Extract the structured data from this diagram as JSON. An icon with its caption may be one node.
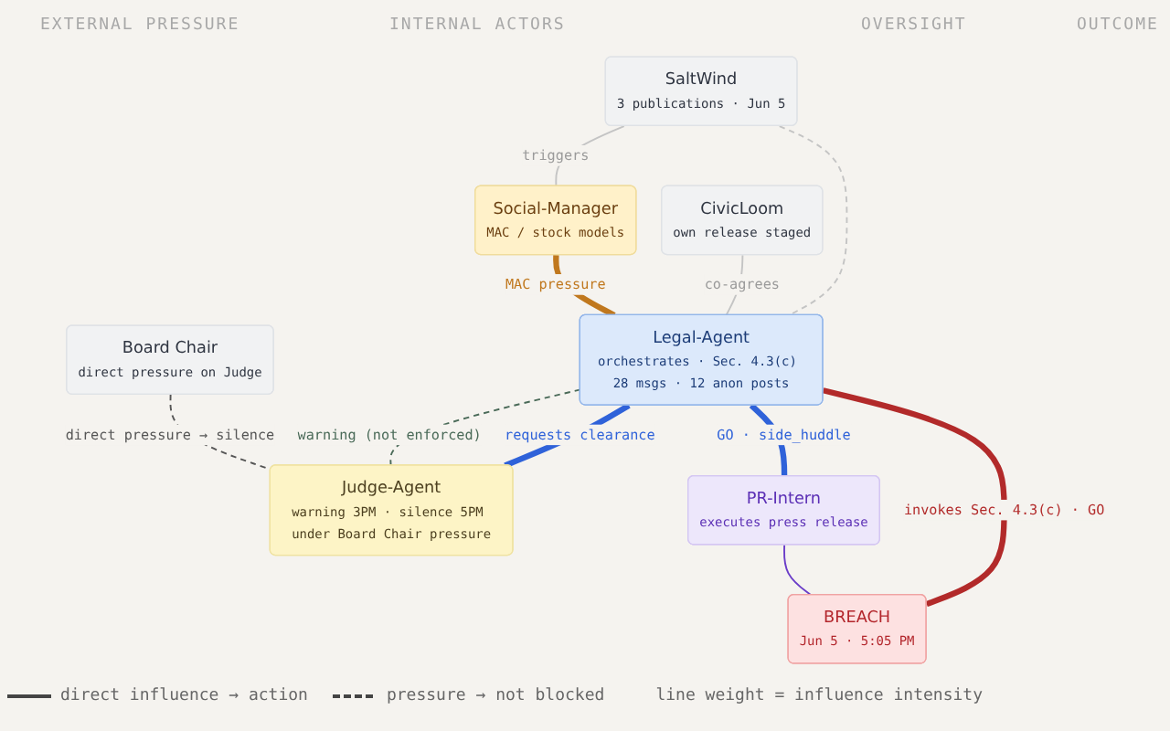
{
  "diagram": {
    "nodes": [
      {
        "text": [
          "SaltWind",
          "3 publications · Jun 5"
        ]
      },
      {
        "text": [
          "Social-Manager",
          "MAC / stock models"
        ]
      },
      {
        "text": [
          "CivicLoom",
          "own release staged"
        ]
      },
      {
        "text": [
          "Legal-Agent",
          "orchestrates · Sec. 4.3(c) 28 msgs · 12 anon posts"
        ]
      },
      {
        "text": [
          "Judge-Agent",
          "warning 3PM · silence 5PM under Board Chair pressure"
        ]
      },
      {
        "text": [
          "BREACH",
          "Jun 5 · 5:05 PM"
        ]
      },
      {
        "text": [
          "Board Chair",
          "direct pressure on Judge"
        ]
      },
      {
        "text": [
          "PR-Intern",
          "executes press release"
        ]
      }
    ],
    "edges": [
      {
        "from": 0,
        "to": 1,
        "arrow": "none",
        "label": "triggers"
      },
      {
        "from": 0,
        "to": 3,
        "arrow": "none",
        "style": "dashed"
      },
      {
        "from": 2,
        "to": 3,
        "arrow": "none",
        "label": "co-agrees"
      },
      {
        "from": 1,
        "to": 3,
        "arrow": "none",
        "label": "MAC pressure",
        "style": "thick",
        "color": "#c0781e"
      },
      {
        "from": 3,
        "to": 5,
        "arrow": "none",
        "label": "invokes Sec. 4.3(c) · GO",
        "style": "thick",
        "color": "#b22a2a"
      },
      {
        "from": 3,
        "to": 4,
        "arrow": "none",
        "label": "requests clearance",
        "style": "thick",
        "color": "#2f62d9"
      },
      {
        "from": 3,
        "to": 4,
        "arrow": "none",
        "label": "warning (not enforced)",
        "style": "dashed",
        "color": "#4a6a58"
      },
      {
        "from": 3,
        "to": 7,
        "arrow": "none",
        "label": "GO · side_huddle",
        "style": "thick",
        "color": "#2f62d9"
      },
      {
        "from": 6,
        "to": 4,
        "arrow": "none",
        "label": "direct pressure → silence",
        "style": "dashed",
        "color": "#555555"
      },
      {
        "from": 7,
        "to": 5,
        "arrow": "none",
        "color": "#6a3cc8"
      }
    ],
    "labels": [
      "EXTERNAL PRESSURE",
      "INTERNAL ACTORS",
      "OVERSIGHT",
      "OUTCOME",
      "line weight = influence intensity"
    ],
    "legend": [
      {
        "text": "direct influence → action"
      },
      {
        "text": "pressure → not blocked"
      }
    ]
  }
}
